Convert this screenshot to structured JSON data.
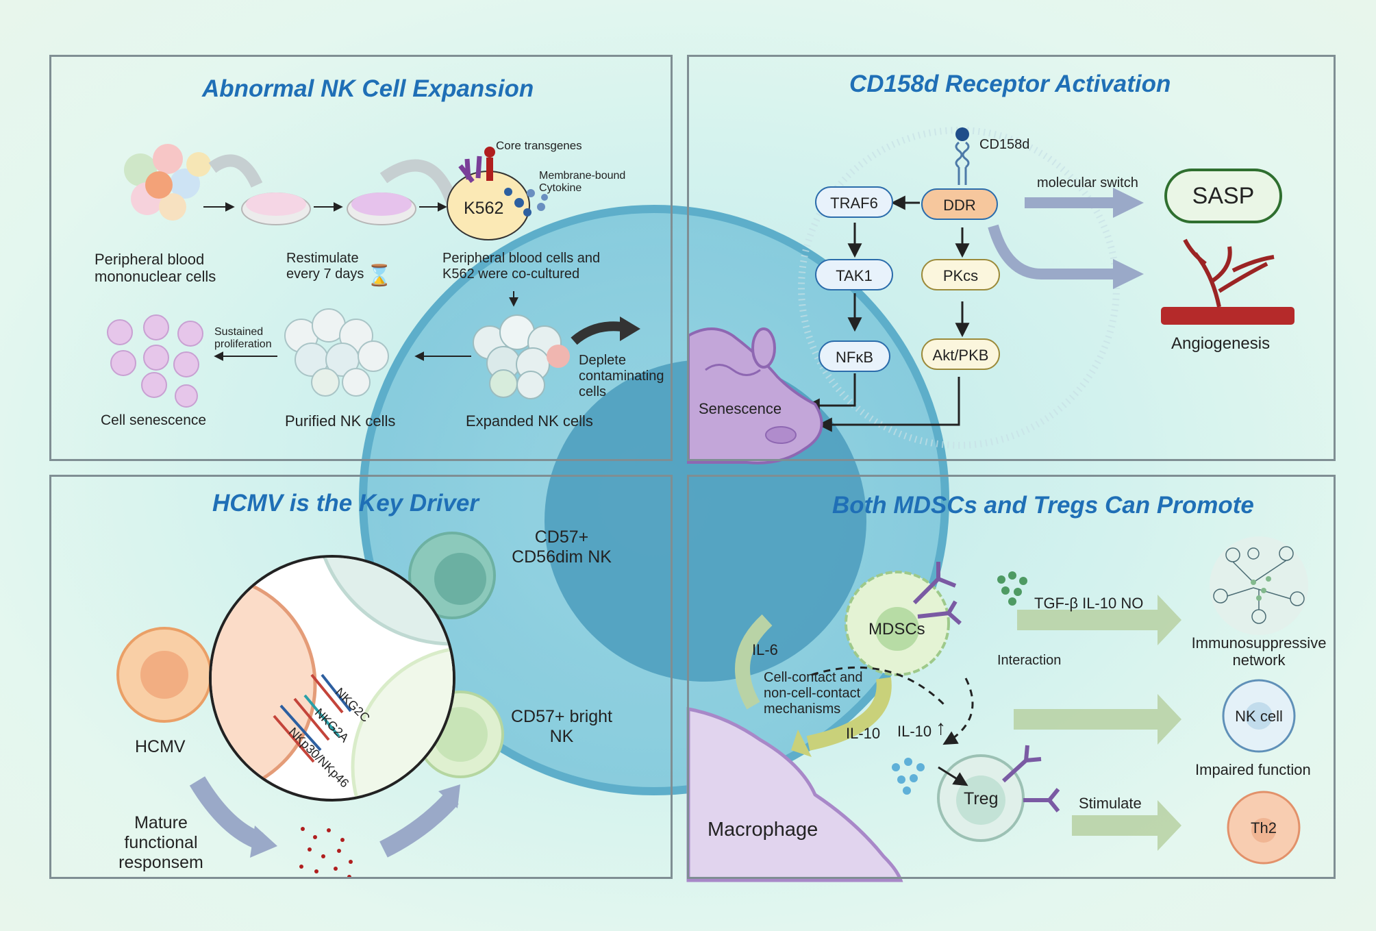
{
  "panels": {
    "p1": {
      "title": "Abnormal NK Cell Expansion",
      "pbmc": "Peripheral blood mononuclear cells",
      "restimulate": "Restimulate every 7 days",
      "core": "Core transgenes",
      "membrane": "Membrane-bound Cytokine",
      "k562": "K562",
      "coculture": "Peripheral blood cells and K562 were co-cultured",
      "sustained": "Sustained proliferation",
      "deplete": "Deplete contaminating cells",
      "senescence": "Cell senescence",
      "purified": "Purified NK cells",
      "expanded": "Expanded NK cells"
    },
    "p2": {
      "title": "CD158d Receptor Activation",
      "cd158d": "CD158d",
      "traf6": "TRAF6",
      "ddr": "DDR",
      "tak1": "TAK1",
      "pkcs": "PKcs",
      "nfkb": "NFκB",
      "akt": "Akt/PKB",
      "switch": "molecular switch",
      "sasp": "SASP",
      "angio": "Angiogenesis",
      "senescence": "Senescence"
    },
    "p3": {
      "title": "HCMV is the Key Driver",
      "hcmv": "HCMV",
      "nkg2c": "NKG2C",
      "nkg2a": "NKG2A",
      "nkp": "NKp30/NKp46",
      "cd56dim": "CD57+ CD56dim NK",
      "bright": "CD57+ bright NK",
      "mature": "Mature functional responsem"
    },
    "p4": {
      "title": "Both MDSCs and Tregs Can Promote",
      "mdsc": "MDSCs",
      "il6": "IL-6",
      "contact": "Cell-contact and non-cell-contact mechanisms",
      "il10a": "IL-10",
      "il10b": "IL-10",
      "interaction": "Interaction",
      "tgf": "TGF-β IL-10 NO",
      "immuno": "Immunosuppressive network",
      "nkcell": "NK cell",
      "impaired": "Impaired function",
      "treg": "Treg",
      "stimulate": "Stimulate",
      "th2": "Th2",
      "macrophage": "Macrophage"
    }
  },
  "colors": {
    "title": "#1f6fb6",
    "border": "#7f8e93",
    "arrowBlue": "#9aa9c8",
    "arrowGreen": "#b9d3a6"
  }
}
